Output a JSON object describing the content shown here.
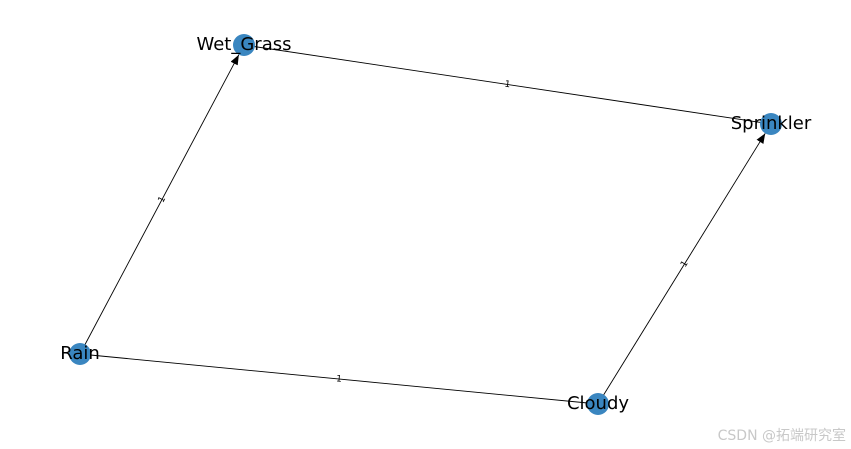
{
  "graph": {
    "nodes": [
      {
        "id": "wet_grass",
        "label": "Wet_Grass"
      },
      {
        "id": "sprinkler",
        "label": "Sprinkler"
      },
      {
        "id": "rain",
        "label": "Rain"
      },
      {
        "id": "cloudy",
        "label": "Cloudy"
      }
    ],
    "edges": [
      {
        "from": "rain",
        "to": "wet_grass",
        "label": "1",
        "directed": true
      },
      {
        "from": "cloudy",
        "to": "sprinkler",
        "label": "1",
        "directed": true
      },
      {
        "from": "wet_grass",
        "to": "sprinkler",
        "label": "1",
        "directed": false
      },
      {
        "from": "rain",
        "to": "cloudy",
        "label": "1",
        "directed": false
      }
    ],
    "node_color": "#3a86c0",
    "edge_color": "#000000"
  },
  "watermark": {
    "text": "CSDN @拓端研究室"
  }
}
